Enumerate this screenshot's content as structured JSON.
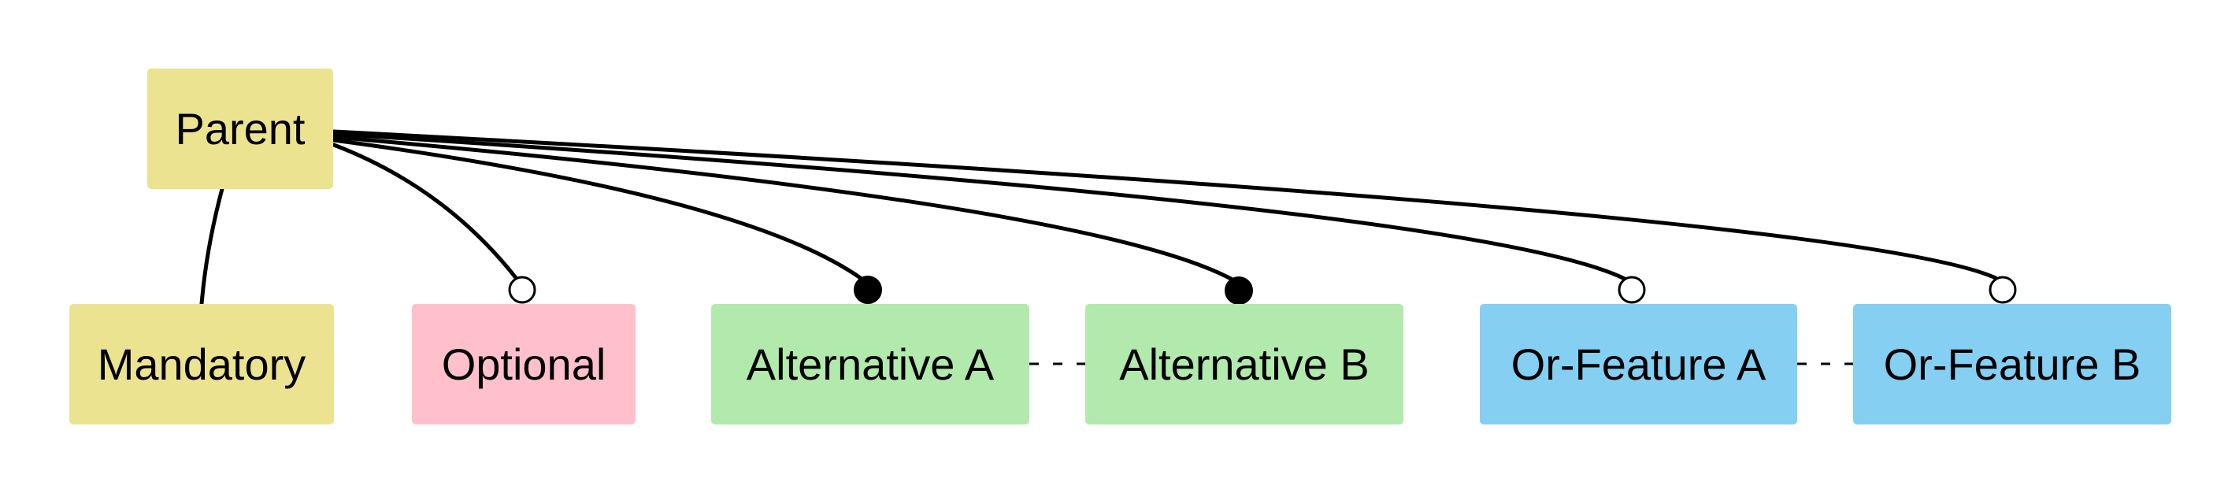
{
  "diagram": {
    "type": "feature-model",
    "background": "#ffffff",
    "line_color": "#000000",
    "nodes": [
      {
        "id": "parent",
        "label": "Parent",
        "color": "#ece391"
      },
      {
        "id": "mandatory",
        "label": "Mandatory",
        "color": "#ece391"
      },
      {
        "id": "optional",
        "label": "Optional",
        "color": "#ffc0cb"
      },
      {
        "id": "alt-a",
        "label": "Alternative A",
        "color": "#b2e9ac"
      },
      {
        "id": "alt-b",
        "label": "Alternative B",
        "color": "#b2e9ac"
      },
      {
        "id": "or-a",
        "label": "Or-Feature A",
        "color": "#85cff2"
      },
      {
        "id": "or-b",
        "label": "Or-Feature B",
        "color": "#85cff2"
      }
    ],
    "edges": [
      {
        "from": "Parent",
        "to": "Mandatory",
        "style": "solid",
        "end_marker": "none"
      },
      {
        "from": "Parent",
        "to": "Optional",
        "style": "solid",
        "end_marker": "hollow-circle"
      },
      {
        "from": "Parent",
        "to": "Alternative A",
        "style": "solid",
        "end_marker": "filled-circle"
      },
      {
        "from": "Parent",
        "to": "Alternative B",
        "style": "solid",
        "end_marker": "filled-circle"
      },
      {
        "from": "Parent",
        "to": "Or-Feature A",
        "style": "solid",
        "end_marker": "hollow-circle"
      },
      {
        "from": "Parent",
        "to": "Or-Feature B",
        "style": "solid",
        "end_marker": "hollow-circle"
      }
    ],
    "group_links": [
      {
        "between": [
          "Alternative A",
          "Alternative B"
        ],
        "style": "dashed"
      },
      {
        "between": [
          "Or-Feature A",
          "Or-Feature B"
        ],
        "style": "dashed"
      }
    ]
  }
}
